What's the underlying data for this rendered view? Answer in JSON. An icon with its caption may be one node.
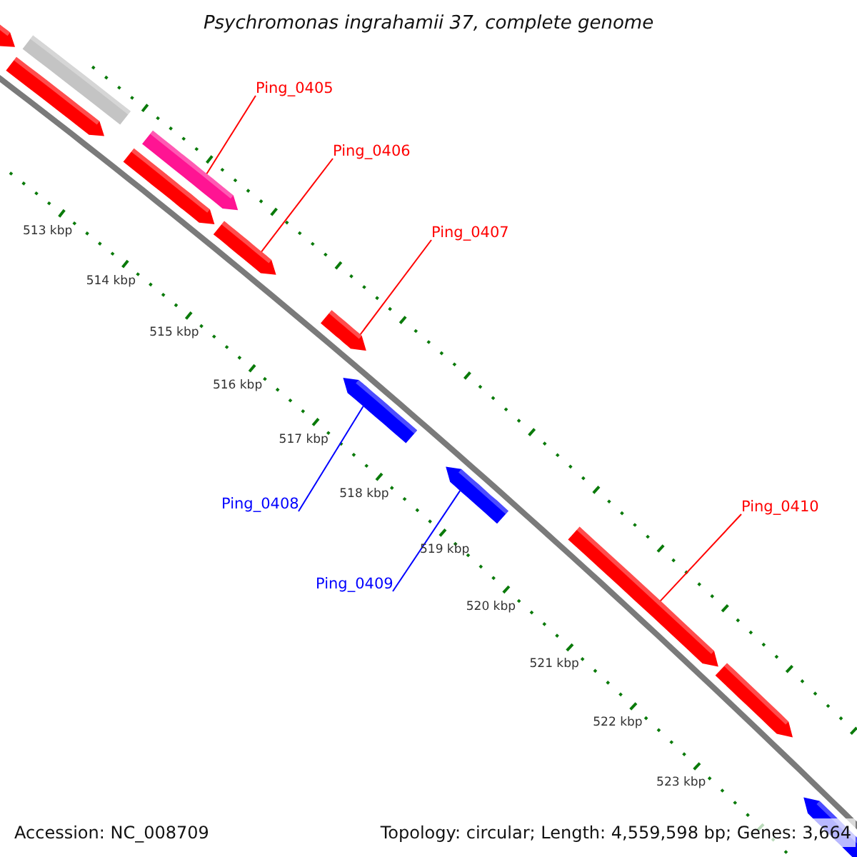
{
  "diagram": {
    "title": "Psychromonas ingrahamii 37, complete genome",
    "nodes": [
      {
        "text": [],
        "shape": "arrow"
      },
      {
        "text": [],
        "shape": "arrow"
      },
      {
        "text": [],
        "shape": "bar"
      },
      {
        "text": [],
        "shape": "arrow"
      },
      {
        "text": [],
        "shape": "arrow"
      },
      {
        "text": [],
        "shape": "arrow"
      },
      {
        "text": [],
        "shape": "arrow"
      },
      {
        "text": [],
        "shape": "arrow"
      },
      {
        "text": [],
        "shape": "arrow"
      },
      {
        "text": [],
        "shape": "arrow"
      },
      {
        "text": [],
        "shape": "arrow"
      },
      {
        "text": [],
        "shape": "arrow"
      },
      {
        "text": [
          "Ping_0405"
        ]
      },
      {
        "text": [
          "Ping_0406"
        ]
      },
      {
        "text": [
          "Ping_0407"
        ]
      },
      {
        "text": [
          "Ping_0408"
        ]
      },
      {
        "text": [
          "Ping_0409"
        ]
      },
      {
        "text": [
          "Ping_0410"
        ]
      }
    ],
    "edges": [
      {
        "from": 12,
        "to": 3,
        "arrow": "none"
      },
      {
        "from": 13,
        "to": 5,
        "arrow": "none"
      },
      {
        "from": 14,
        "to": 6,
        "arrow": "none"
      },
      {
        "from": 15,
        "to": 7,
        "arrow": "none",
        "color": "#0000ff"
      },
      {
        "from": 16,
        "to": 8,
        "arrow": "none",
        "color": "#0000ff"
      },
      {
        "from": 17,
        "to": 9,
        "arrow": "none"
      }
    ],
    "labels": [
      "513 kbp",
      "514 kbp",
      "515 kbp",
      "516 kbp",
      "517 kbp",
      "518 kbp",
      "519 kbp",
      "520 kbp",
      "521 kbp",
      "522 kbp",
      "523 kbp",
      "Accession: NC_008709",
      "Topology: circular; Length: 4,559,598 bp; Genes: 3,664"
    ]
  }
}
